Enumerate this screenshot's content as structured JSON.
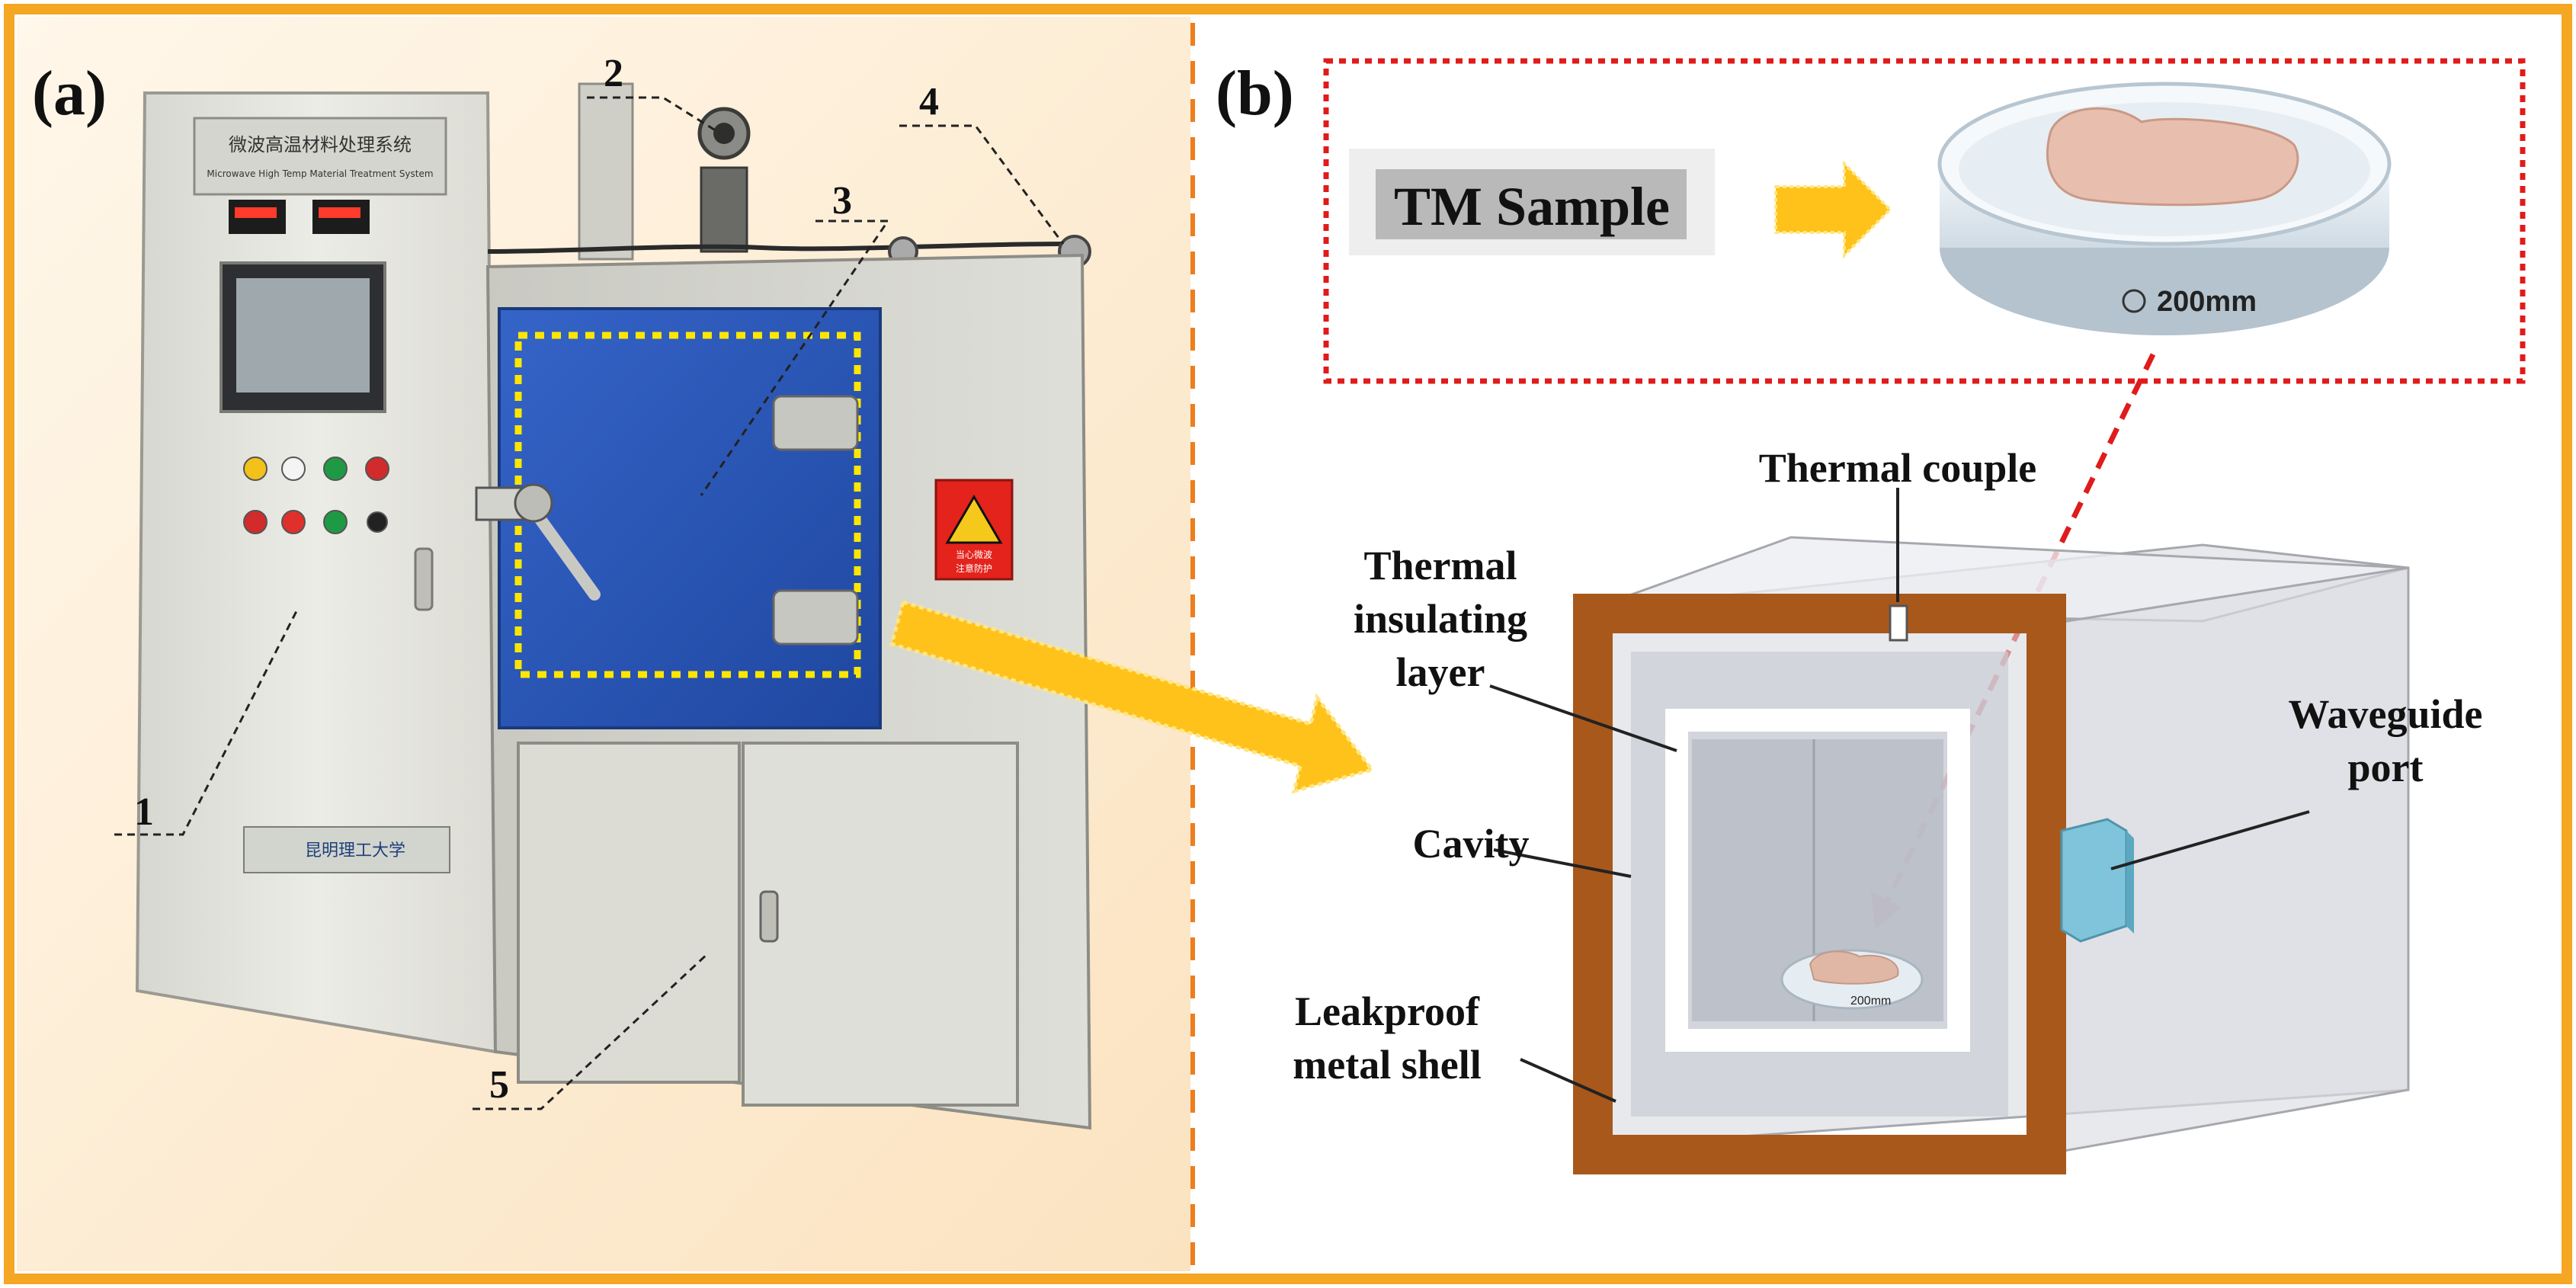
{
  "panels": {
    "a": {
      "label": "(a)"
    },
    "b": {
      "label": "(b)"
    }
  },
  "equipment": {
    "panel_title": "微波高温材料处理系统",
    "panel_subtitle": "Microwave High Temp Material Treatment System",
    "university": "昆明理工大学",
    "warning_text_1": "当心微波",
    "warning_text_2": "注意防护"
  },
  "callouts": {
    "c1": "1",
    "c2": "2",
    "c3": "3",
    "c4": "4",
    "c5": "5"
  },
  "sample": {
    "label": "TM Sample",
    "dish_size": "200mm",
    "dish_size_small": "200mm"
  },
  "cavity_labels": {
    "thermal_couple": "Thermal couple",
    "insulating_1": "Thermal",
    "insulating_2": "insulating",
    "insulating_3": "layer",
    "waveguide_1": "Waveguide",
    "waveguide_2": "port",
    "cavity": "Cavity",
    "shell_1": "Leakproof",
    "shell_2": "metal shell"
  },
  "colors": {
    "frame": "#f5a623",
    "divider": "#ee7d1d",
    "door": "#2a56b8",
    "highlight": "#ffe600",
    "arrow": "#ffc21a",
    "shell": "#a8581b",
    "dash_red": "#e01b1b"
  }
}
